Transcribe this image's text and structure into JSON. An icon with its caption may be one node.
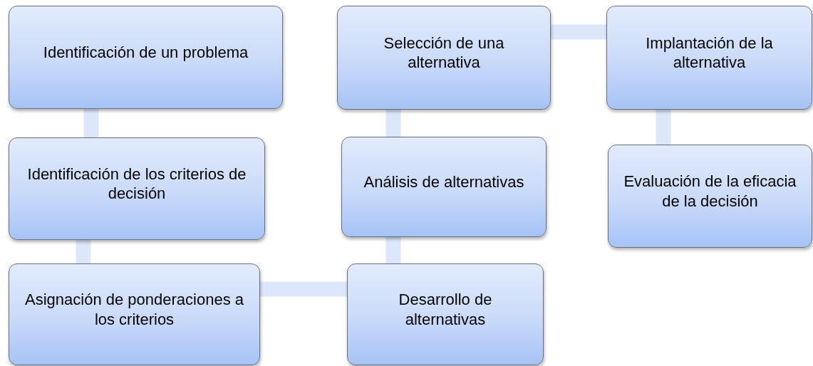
{
  "diagram": {
    "nodes": [
      {
        "text": [
          "Identificación de un problema"
        ]
      },
      {
        "text": [
          "Identificación de los criterios de decisión"
        ]
      },
      {
        "text": [
          "Asignación de ponderaciones a los criterios"
        ]
      },
      {
        "text": [
          "Desarrollo de alternativas"
        ]
      },
      {
        "text": [
          "Análisis de alternativas"
        ]
      },
      {
        "text": [
          "Selección de una alternativa"
        ]
      },
      {
        "text": [
          "Implantación de la alternativa"
        ]
      },
      {
        "text": [
          "Evaluación de la eficacia de la decisión"
        ]
      }
    ],
    "edges": [
      {
        "from": 0,
        "to": 1,
        "arrow": "none"
      },
      {
        "from": 1,
        "to": 2,
        "arrow": "none"
      },
      {
        "from": 2,
        "to": 3,
        "arrow": "none"
      },
      {
        "from": 3,
        "to": 4,
        "arrow": "none"
      },
      {
        "from": 4,
        "to": 5,
        "arrow": "none"
      },
      {
        "from": 5,
        "to": 6,
        "arrow": "none"
      },
      {
        "from": 6,
        "to": 7,
        "arrow": "none"
      }
    ]
  }
}
